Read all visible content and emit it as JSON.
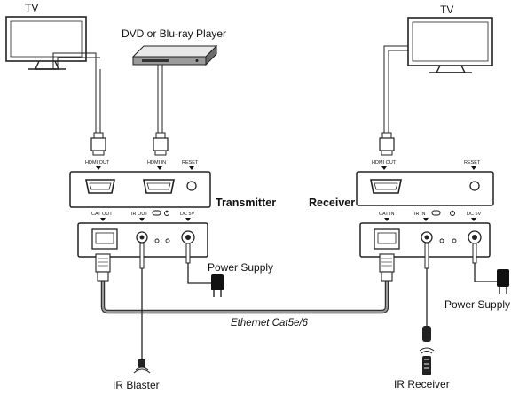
{
  "labels": {
    "tv_left": "TV",
    "tv_right": "TV",
    "dvd": "DVD or Blu-ray Player",
    "transmitter": "Transmitter",
    "receiver": "Receiver",
    "power_supply_tx": "Power Supply",
    "power_supply_rx": "Power Supply",
    "ethernet": "Ethernet Cat5e/6",
    "ir_blaster": "IR Blaster",
    "ir_receiver": "IR Receiver"
  },
  "ports": {
    "tx_hdmi_out": "HDMI OUT",
    "tx_hdmi_in": "HDMI IN",
    "tx_reset": "RESET",
    "tx_cat_out": "CAT OUT",
    "tx_ir_out": "IR OUT",
    "tx_dc": "DC 5V",
    "rx_hdmi_out": "HDMI OUT",
    "rx_reset": "RESET",
    "rx_cat_in": "CAT IN",
    "rx_ir_in": "IR IN",
    "rx_dc": "DC 5V"
  }
}
